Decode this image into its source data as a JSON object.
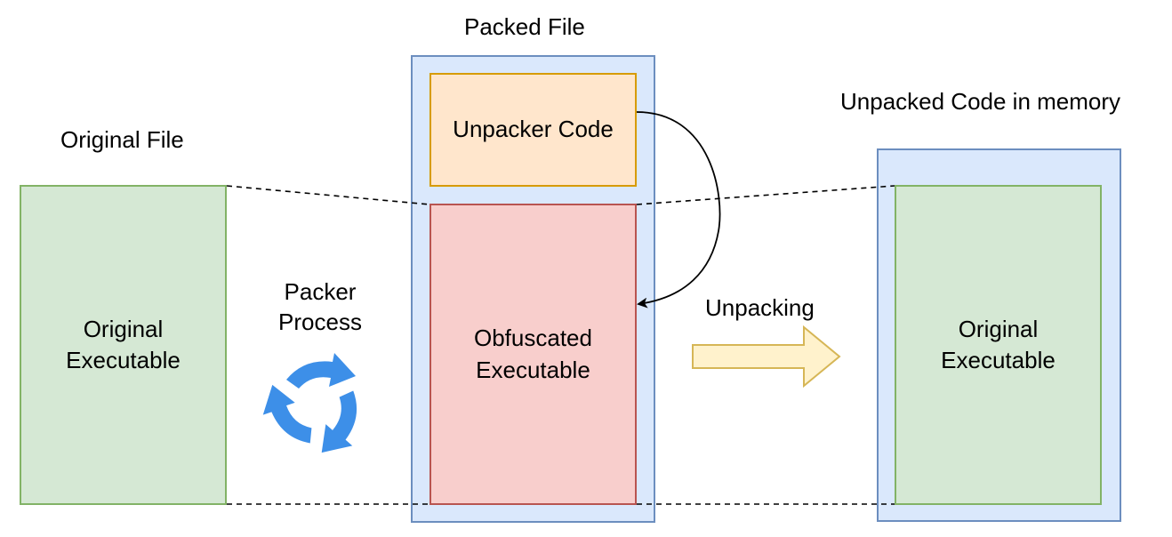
{
  "labels": {
    "original_file": "Original File",
    "packed_file": "Packed File",
    "unpacked_memory": "Unpacked Code in memory",
    "packer_process": "Packer\nProcess",
    "unpacking": "Unpacking"
  },
  "boxes": {
    "original_executable_left": "Original\nExecutable",
    "unpacker_code": "Unpacker Code",
    "obfuscated_executable": "Obfuscated\nExecutable",
    "original_executable_right": "Original\nExecutable"
  },
  "colors": {
    "green_fill": "#d5e8d4",
    "green_stroke": "#82b366",
    "blue_fill": "#dae8fc",
    "blue_stroke": "#6c8ebf",
    "orange_fill": "#ffe6cc",
    "orange_stroke": "#d79b00",
    "red_fill": "#f8cecc",
    "red_stroke": "#b85450",
    "arrow_fill": "#fff2cc",
    "arrow_stroke": "#d6b656",
    "recycle_blue": "#3d8fe8"
  },
  "icons": {
    "packer_process": "recycle-arrows-icon",
    "unpacking": "block-arrow-right-icon"
  }
}
